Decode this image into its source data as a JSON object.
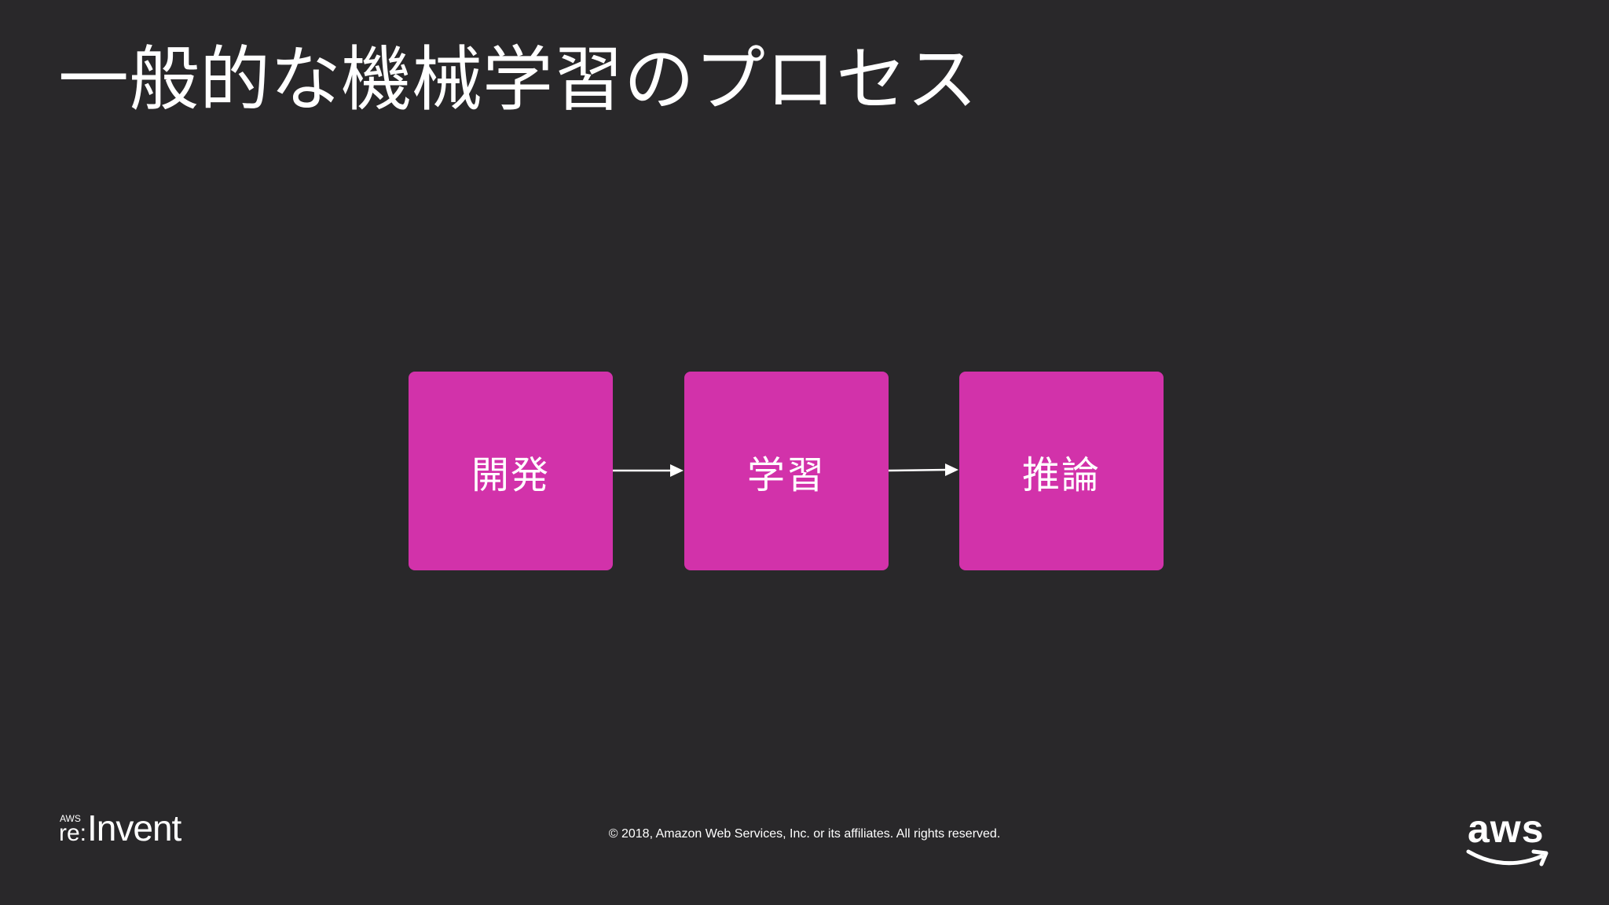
{
  "slide": {
    "title": "一般的な機械学習のプロセス",
    "background_color": "#29282a",
    "box_color": "#d232aa"
  },
  "process": {
    "steps": [
      {
        "label": "開発"
      },
      {
        "label": "学習"
      },
      {
        "label": "推論"
      }
    ]
  },
  "footer": {
    "copyright": "© 2018, Amazon Web Services, Inc. or its affiliates. All rights reserved.",
    "event_logo": {
      "small": "AWS",
      "prefix": "re:",
      "main": "Invent"
    },
    "brand_logo": "aws"
  },
  "icons": {
    "event_logo": "reinvent-logo",
    "brand_logo": "aws-smile-logo"
  }
}
